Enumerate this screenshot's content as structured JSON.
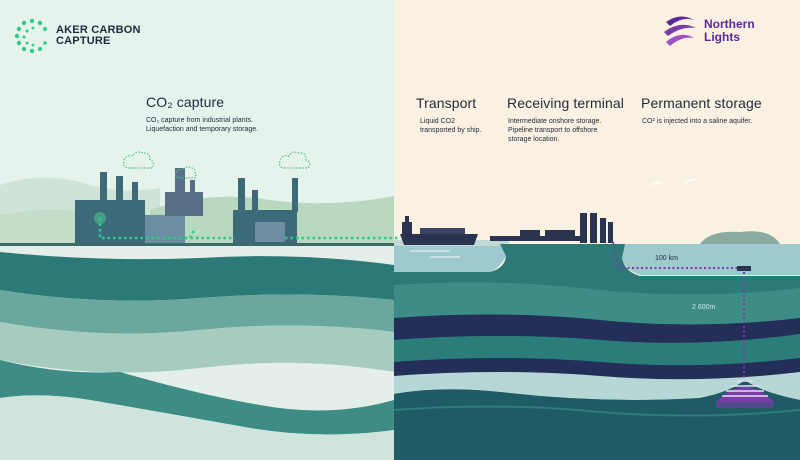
{
  "logos": {
    "aker_line1": "AKER CARBON",
    "aker_line2": "CAPTURE",
    "nl_line1": "Northern",
    "nl_line2": "Lights"
  },
  "sections": {
    "capture": {
      "title": "CO₂ capture",
      "line1": "CO₂ capture from industrial plants.",
      "line2": "Liquefaction and temporary storage."
    },
    "transport": {
      "title": "Transport",
      "line1": "Liquid CO2",
      "line2": "transported by ship."
    },
    "terminal": {
      "title": "Receiving terminal",
      "line1": "Intermediate onshore storage.",
      "line2": "Pipeline transport to offshore",
      "line3": "storage location."
    },
    "storage": {
      "title": "Permanent storage",
      "line1": "CO² is injected into a saline aquifer."
    }
  },
  "labels": {
    "distance": "100 km",
    "depth": "2 600m"
  },
  "colors": {
    "left_bg": "#e6f2ec",
    "right_bg": "#fbf1e2",
    "teal_dark": "#1e5f67",
    "teal_mid": "#3b8a84",
    "navy": "#1f2f55",
    "pipeline": "#2ecc8a",
    "nl_purple": "#5a2a9a"
  }
}
